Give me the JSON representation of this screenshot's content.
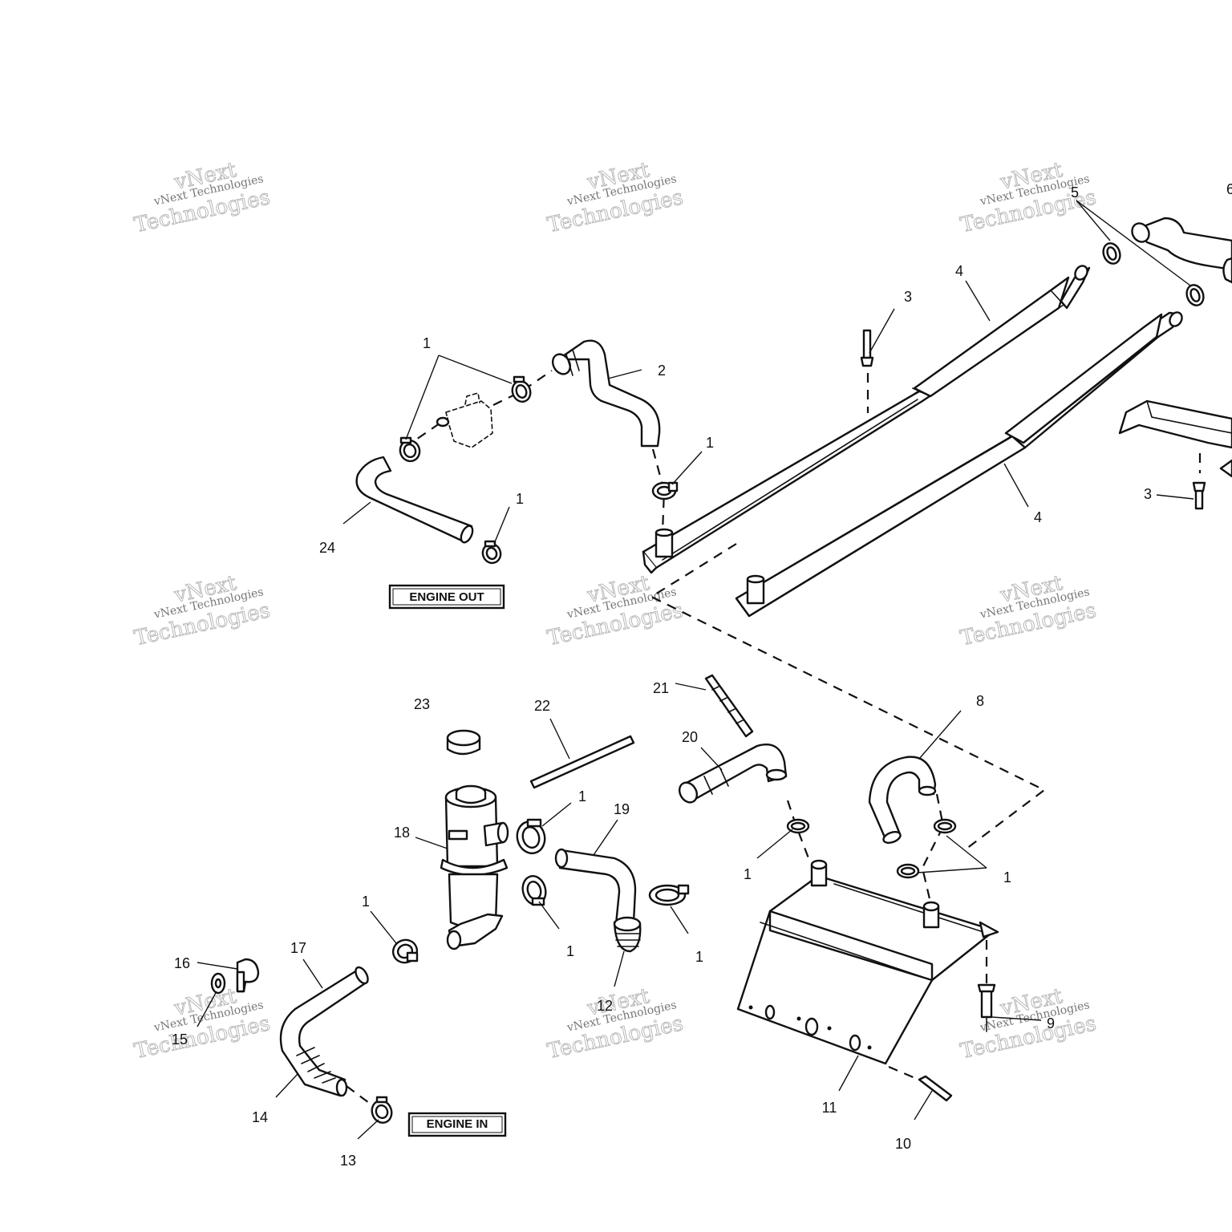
{
  "watermark": {
    "line_1": "vNext",
    "line_2": "vNext Technologies",
    "line_3": "Technologies"
  },
  "labels": {
    "engine_out": "ENGINE OUT",
    "engine_in": "ENGINE IN"
  },
  "callouts": [
    {
      "id": "c1a",
      "text": "1"
    },
    {
      "id": "c2",
      "text": "2"
    },
    {
      "id": "c1b",
      "text": "1"
    },
    {
      "id": "c1c",
      "text": "1"
    },
    {
      "id": "c24",
      "text": "24"
    },
    {
      "id": "c3a",
      "text": "3"
    },
    {
      "id": "c4a",
      "text": "4"
    },
    {
      "id": "c4b",
      "text": "4"
    },
    {
      "id": "c5",
      "text": "5"
    },
    {
      "id": "c6",
      "text": "6"
    },
    {
      "id": "c3b",
      "text": "3"
    },
    {
      "id": "c21",
      "text": "21"
    },
    {
      "id": "c23",
      "text": "23"
    },
    {
      "id": "c22",
      "text": "22"
    },
    {
      "id": "c20",
      "text": "20"
    },
    {
      "id": "c8",
      "text": "8"
    },
    {
      "id": "c1d",
      "text": "1"
    },
    {
      "id": "c19",
      "text": "19"
    },
    {
      "id": "c18",
      "text": "18"
    },
    {
      "id": "c1e",
      "text": "1"
    },
    {
      "id": "c1f",
      "text": "1"
    },
    {
      "id": "c1g",
      "text": "1"
    },
    {
      "id": "c1h",
      "text": "1"
    },
    {
      "id": "c1i",
      "text": "1"
    },
    {
      "id": "c16",
      "text": "16"
    },
    {
      "id": "c17",
      "text": "17"
    },
    {
      "id": "c12",
      "text": "12"
    },
    {
      "id": "c15",
      "text": "15"
    },
    {
      "id": "c14",
      "text": "14"
    },
    {
      "id": "c13",
      "text": "13"
    },
    {
      "id": "c11",
      "text": "11"
    },
    {
      "id": "c10",
      "text": "10"
    },
    {
      "id": "c9",
      "text": "9"
    }
  ]
}
